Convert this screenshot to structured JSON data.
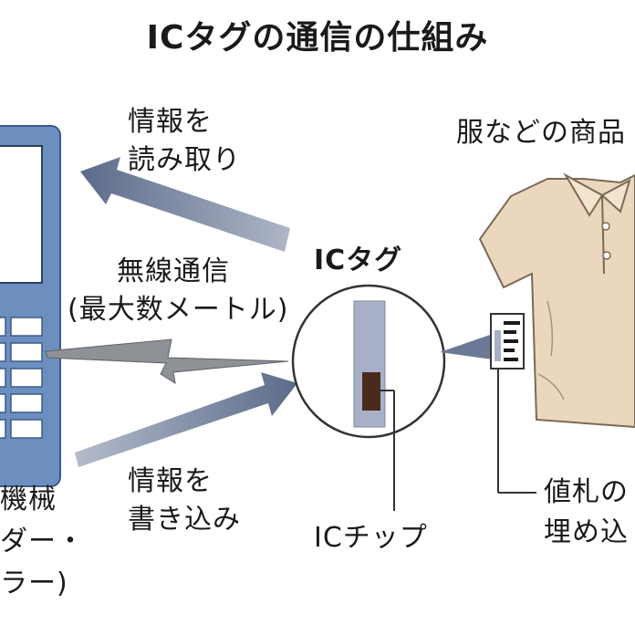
{
  "title": "ICタグの通信の仕組み",
  "labels": {
    "read_line1": "情報を",
    "read_line2": "読み取り",
    "wireless_line1": "無線通信",
    "wireless_line2": "(最大数メートル)",
    "write_line1": "情報を",
    "write_line2": "書き込み",
    "tag": "ICタグ",
    "chip": "ICチップ",
    "product": "服などの商品",
    "pricetag_line1": "値札の",
    "pricetag_line2": "埋め込",
    "device_line1": "機械",
    "device_line2": "ダー・",
    "device_line3": "ラー)"
  },
  "colors": {
    "arrow": "#5b6b8a",
    "device_frame": "#6c8fc0",
    "device_screen": "#ffffff",
    "shirt": "#ead7bd",
    "tag_strip": "#a8b0c8",
    "chip": "#4a2a1c",
    "lightning": "#8e9297"
  }
}
